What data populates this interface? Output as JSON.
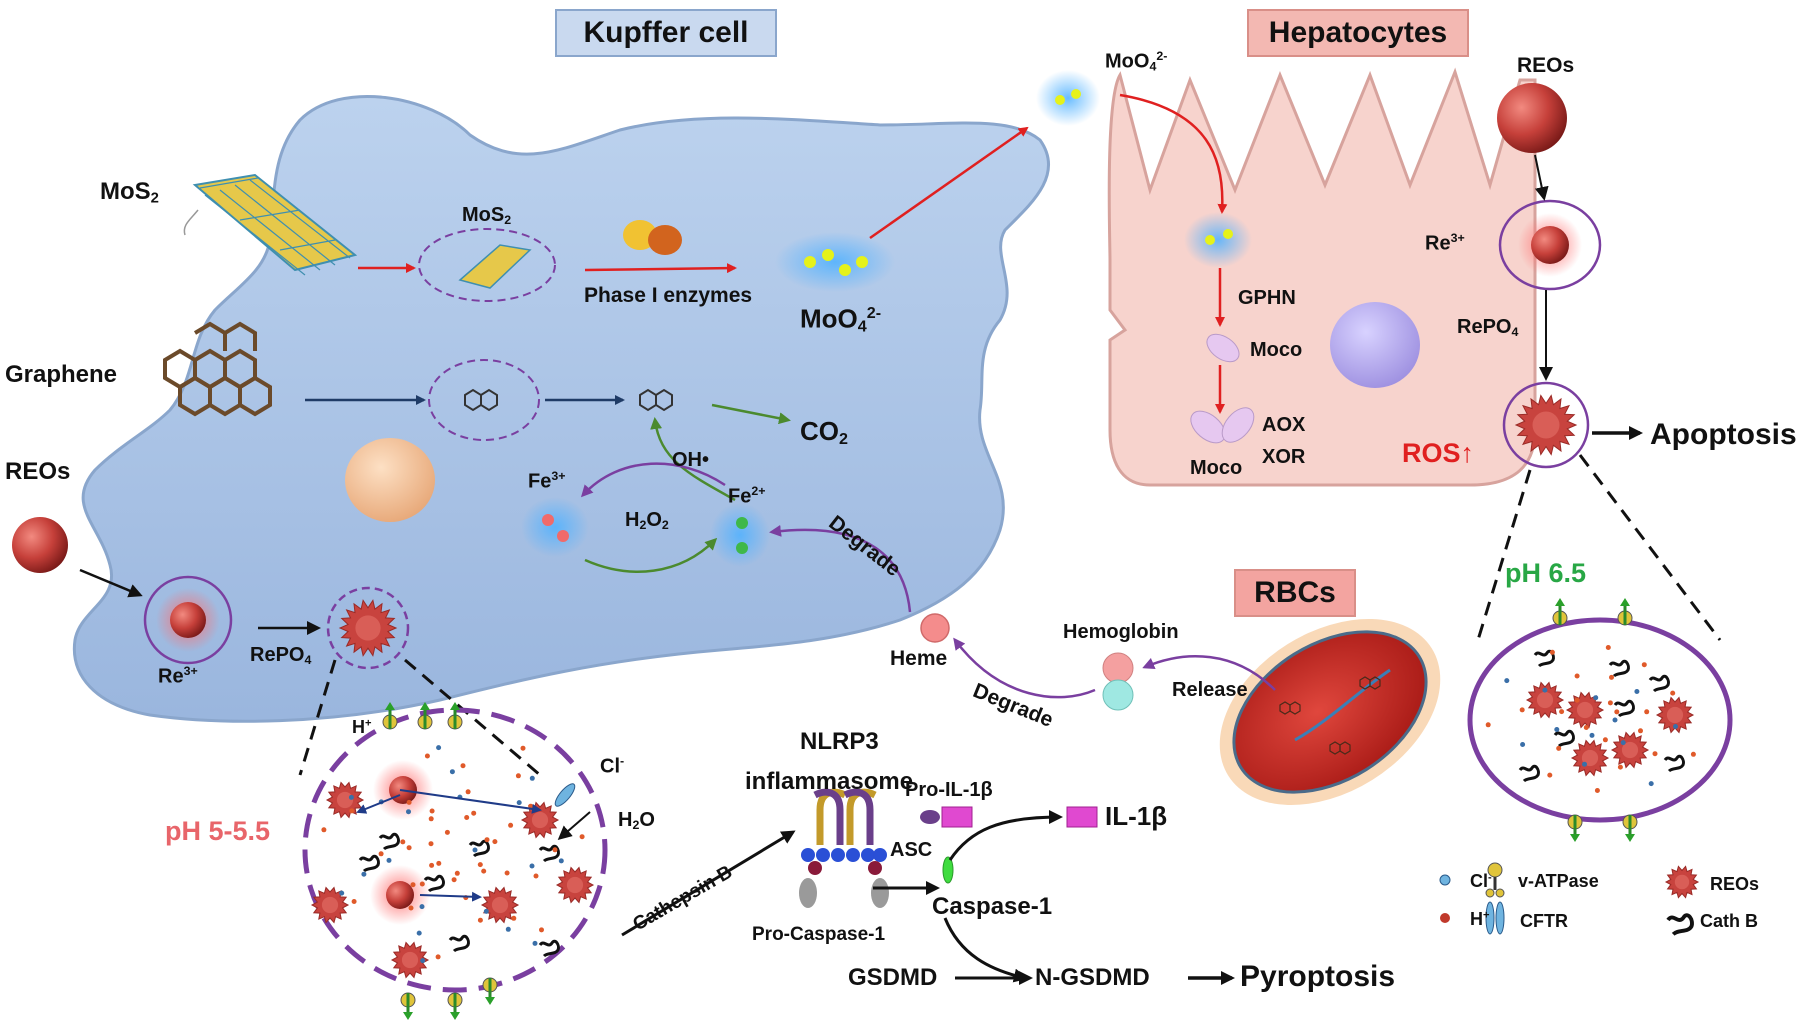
{
  "banners": {
    "kupffer": "Kupffer cell",
    "hepatocytes": "Hepatocytes",
    "rbcs": "RBCs"
  },
  "left_inputs": {
    "mos2": "MoS",
    "mos2_sub": "2",
    "graphene": "Graphene",
    "reos": "REOs"
  },
  "kupffer_labels": {
    "mos2_inner": "MoS",
    "mos2_inner_sub": "2",
    "phase1": "Phase I enzymes",
    "moo4": "MoO",
    "moo4_sub": "4",
    "moo4_sup": "2-",
    "co2": "CO",
    "co2_sub": "2",
    "oh": "OH•",
    "fe3": "Fe",
    "fe3_sup": "3+",
    "fe2": "Fe",
    "fe2_sup": "2+",
    "h2o2_a": "H",
    "h2o2_sub1": "2",
    "h2o2_b": "O",
    "h2o2_sub2": "2",
    "degrade_upper": "Degrade",
    "heme": "Heme",
    "re3": "Re",
    "re3_sup": "3+",
    "repo4": "RePO",
    "repo4_sub": "4"
  },
  "hepatocyte_labels": {
    "moo4": "MoO",
    "moo4_sub": "4",
    "moo4_sup": "2-",
    "reos": "REOs",
    "re3": "Re",
    "re3_sup": "3+",
    "gphn": "GPHN",
    "moco1": "Moco",
    "moco2": "Moco",
    "aox": "AOX",
    "xor": "XOR",
    "repo4": "RePO",
    "repo4_sub": "4",
    "ros": "ROS↑",
    "apoptosis": "Apoptosis"
  },
  "lysosome_left": {
    "h_plus": "H",
    "h_plus_sup": "+",
    "cl_minus": "Cl",
    "cl_sup": "-",
    "h2o_a": "H",
    "h2o_sub": "2",
    "h2o_b": "O",
    "ph": "pH 5-5.5"
  },
  "lysosome_right": {
    "ph": "pH 6.5"
  },
  "rbc_labels": {
    "hemoglobin": "Hemoglobin",
    "release": "Release",
    "degrade_lower": "Degrade"
  },
  "inflammasome": {
    "nlrp3": "NLRP3",
    "inflammasome": "inflammasome",
    "asc": "ASC",
    "pro_il": "Pro-IL-1β",
    "il": "IL-1β",
    "cathepsin": "Cathepsin B",
    "pro_caspase": "Pro-Caspase-1",
    "caspase": "Caspase-1",
    "gsdmd": "GSDMD",
    "n_gsdmd": "N-GSDMD",
    "pyroptosis": "Pyroptosis"
  },
  "legend": {
    "cl": "Cl",
    "cl_sup": "-",
    "h": "H",
    "h_sup": "+",
    "vatpase": "v-ATPase",
    "cftr": "CFTR",
    "reos": "REOs",
    "cathb": "Cath B"
  },
  "colors": {
    "kupffer_fill": "#a9c3e6",
    "hepatocyte_fill": "#f7d3cd",
    "banner_blue": "#c9d9ef",
    "banner_pink": "#f3b8b2",
    "red_arrow": "#e02020",
    "navy_arrow": "#1f3b66",
    "green_arrow": "#4b8a2e",
    "purple": "#7a3fa0",
    "ph_left": "#e8656a",
    "ph_right": "#28a745",
    "ros": "#e02020"
  }
}
